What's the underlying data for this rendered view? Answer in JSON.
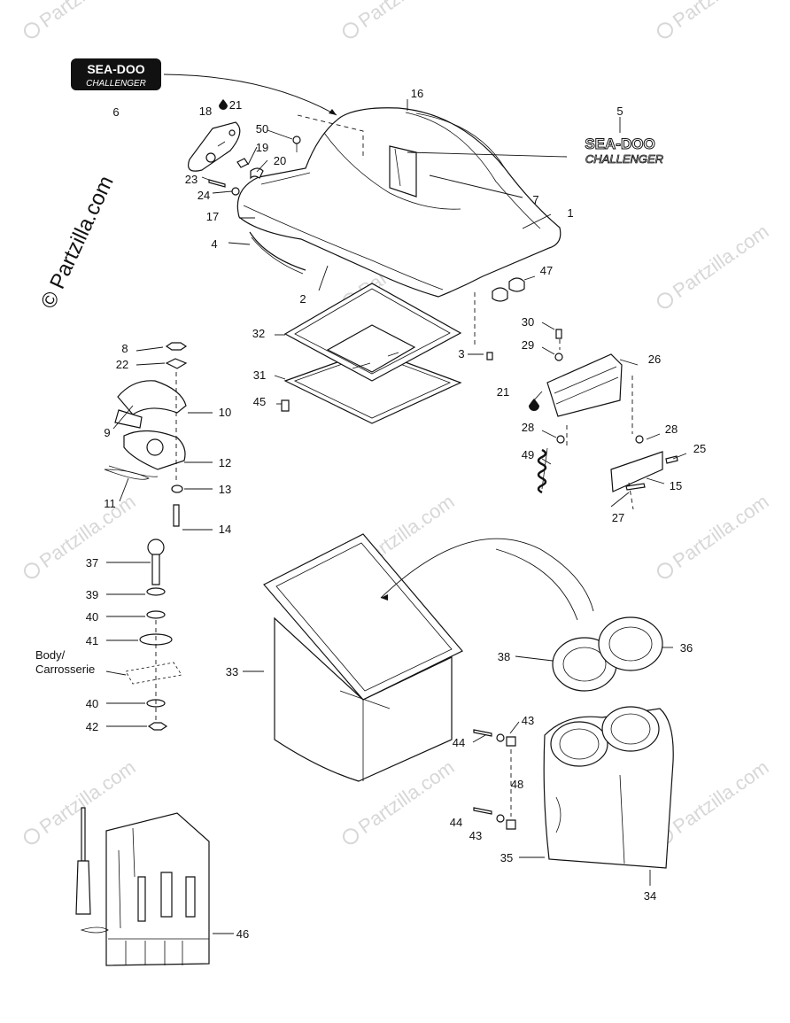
{
  "watermark": {
    "text": "Partzilla.com",
    "vertical_text": "© Partzilla.com"
  },
  "logos": {
    "brand": "SEA-DOO",
    "model": "CHALLENGER"
  },
  "body_label": {
    "line1": "Body/",
    "line2": "Carrosserie"
  },
  "callouts": {
    "c1": "1",
    "c2": "2",
    "c3": "3",
    "c4": "4",
    "c5": "5",
    "c6": "6",
    "c7": "7",
    "c8": "8",
    "c9": "9",
    "c10": "10",
    "c11": "11",
    "c12": "12",
    "c13": "13",
    "c14": "14",
    "c15": "15",
    "c16": "16",
    "c17": "17",
    "c18": "18",
    "c19": "19",
    "c20": "20",
    "c21a": "21",
    "c21b": "21",
    "c22": "22",
    "c23": "23",
    "c24": "24",
    "c25": "25",
    "c26": "26",
    "c27": "27",
    "c28a": "28",
    "c28b": "28",
    "c29": "29",
    "c30": "30",
    "c31": "31",
    "c32": "32",
    "c33": "33",
    "c34": "34",
    "c35": "35",
    "c36": "36",
    "c37": "37",
    "c38": "38",
    "c39": "39",
    "c40a": "40",
    "c40b": "40",
    "c41": "41",
    "c42": "42",
    "c43a": "43",
    "c43b": "43",
    "c44a": "44",
    "c44b": "44",
    "c45": "45",
    "c46": "46",
    "c47": "47",
    "c48": "48",
    "c49": "49",
    "c50": "50"
  }
}
